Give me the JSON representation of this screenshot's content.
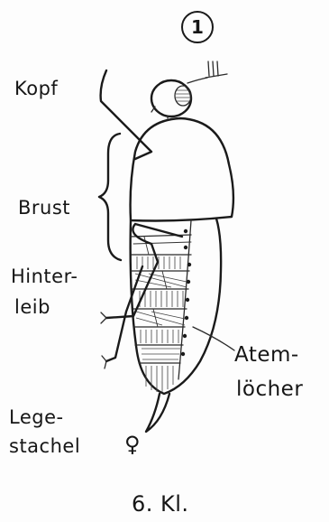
{
  "figure_number": "1",
  "labels": {
    "head": "Kopf",
    "thorax": "Brust",
    "abdomen_line1": "Hinter-",
    "abdomen_line2": "leib",
    "spiracles_line1": "Atem-",
    "spiracles_line2": "löcher",
    "ovipositor_line1": "Lege-",
    "ovipositor_line2": "stachel",
    "female_symbol": "♀",
    "antenna_mark": "III"
  },
  "footer": "6. Kl."
}
